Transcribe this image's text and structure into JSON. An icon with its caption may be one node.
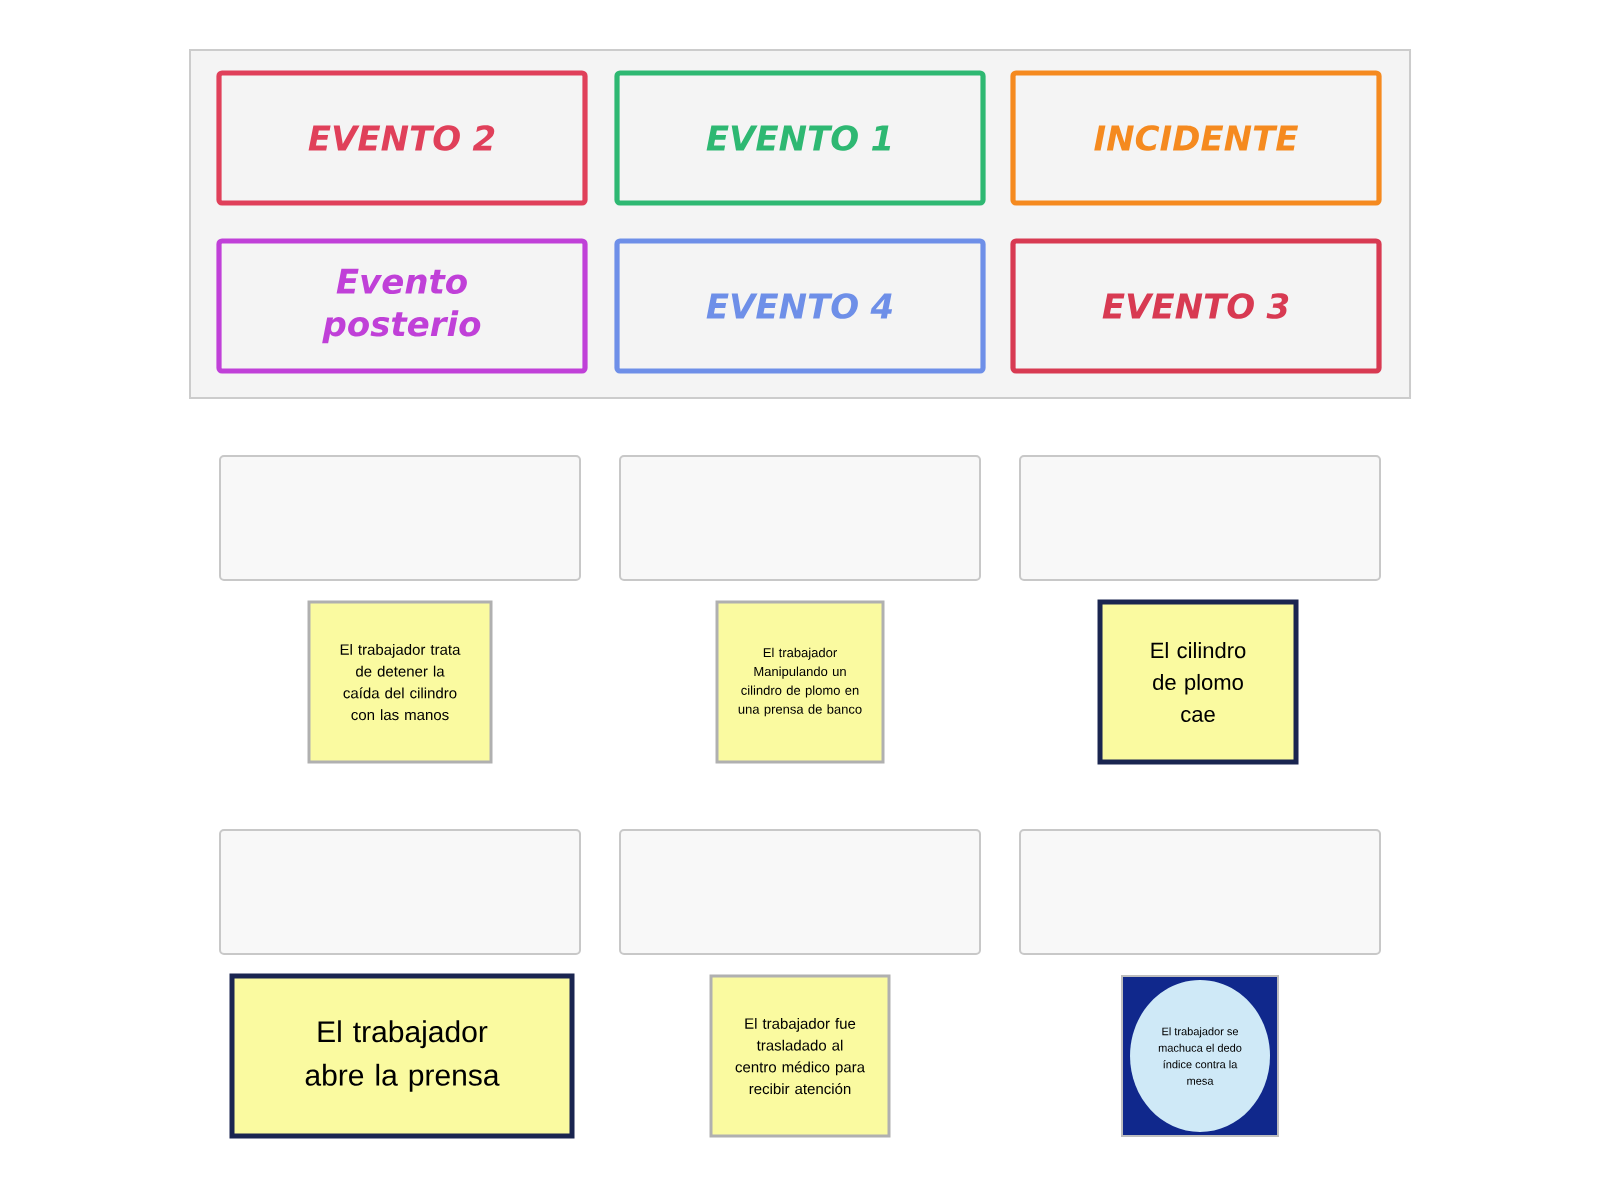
{
  "diagram": {
    "nodes": [
      {
        "text": [],
        "shape": "box"
      },
      {
        "text": [
          "EVENTO 2"
        ],
        "in": 0
      },
      {
        "text": [
          "EVENTO 1"
        ],
        "in": 0
      },
      {
        "text": [
          "INCIDENTE"
        ],
        "in": 0
      },
      {
        "text": [
          "Evento posterio"
        ],
        "in": 0
      },
      {
        "text": [
          "EVENTO 4"
        ],
        "in": 0
      },
      {
        "text": [
          "EVENTO 3"
        ],
        "in": 0
      },
      {
        "text": [],
        "shape": "box"
      },
      {
        "text": [],
        "shape": "box"
      },
      {
        "text": [],
        "shape": "box"
      },
      {
        "text": [
          "El trabajador trata de detener la caída del cilindro con las manos"
        ]
      },
      {
        "text": [
          "El trabajador Manipulando un cilindro de plomo en una prensa de banco"
        ]
      },
      {
        "text": [
          "El cilindro de plomo cae"
        ]
      },
      {
        "text": [],
        "shape": "box"
      },
      {
        "text": [],
        "shape": "box"
      },
      {
        "text": [],
        "shape": "box"
      },
      {
        "text": [
          "El trabajador abre la prensa"
        ]
      },
      {
        "text": [
          "El trabajador fue trasladado al centro médico para recibir atención"
        ]
      },
      {
        "text": [
          "El trabajador se machuca el dedo índice contra la mesa"
        ]
      }
    ]
  }
}
